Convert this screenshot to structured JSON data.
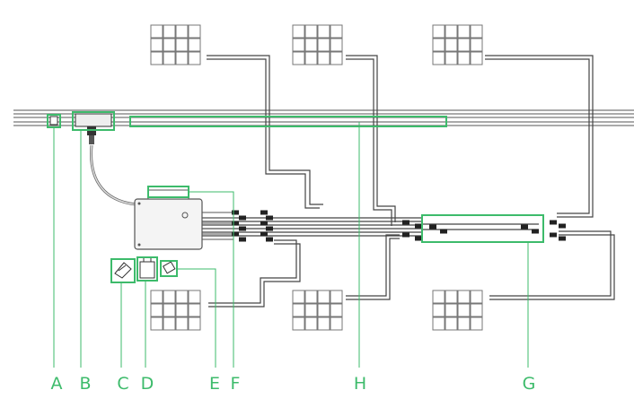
{
  "colors": {
    "accent": "#3dbb6b",
    "wire": "#444444",
    "panel_stroke": "#777777",
    "panel_fill": "#ffffff",
    "inverter_fill": "#f4f4f4"
  },
  "callouts": [
    {
      "id": "A",
      "label": "A"
    },
    {
      "id": "B",
      "label": "B"
    },
    {
      "id": "C",
      "label": "C"
    },
    {
      "id": "D",
      "label": "D"
    },
    {
      "id": "E",
      "label": "E"
    },
    {
      "id": "F",
      "label": "F"
    },
    {
      "id": "H",
      "label": "H"
    },
    {
      "id": "G",
      "label": "G"
    }
  ],
  "components": {
    "solar_panels": 6,
    "inverter": "microinverter",
    "rail": "mounting-rail",
    "extension_cables": "dc-extension-cables"
  }
}
